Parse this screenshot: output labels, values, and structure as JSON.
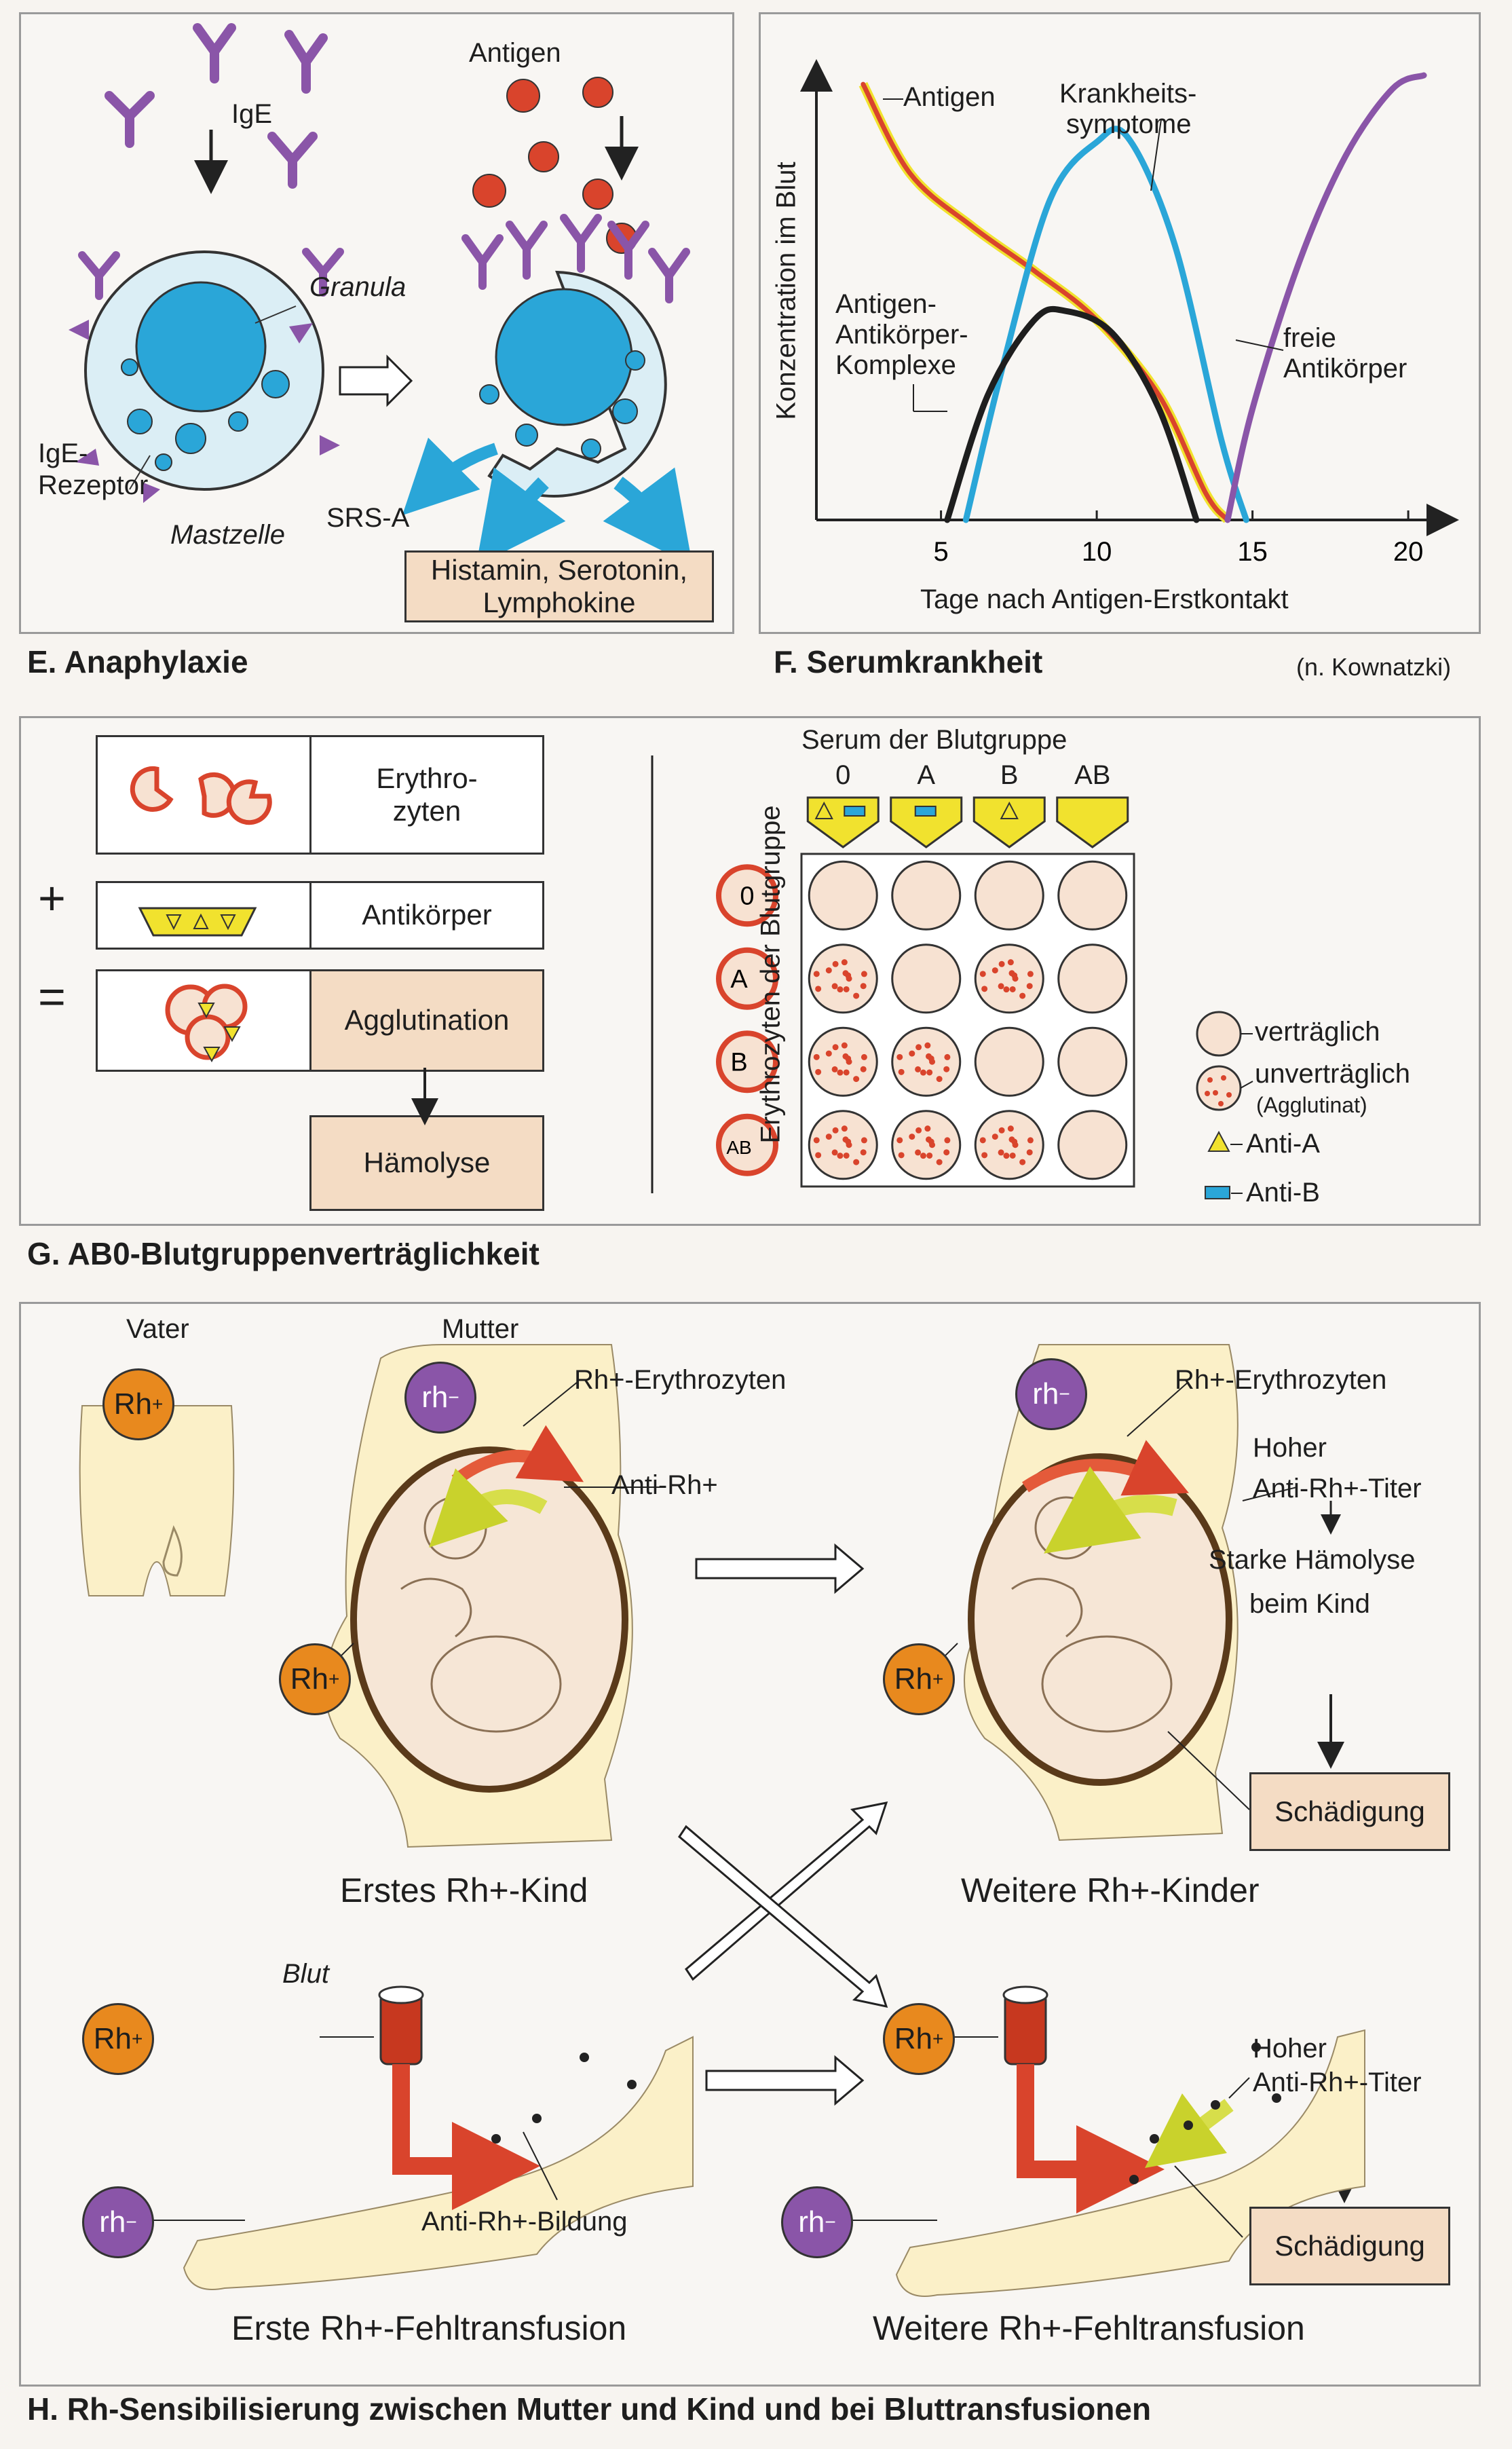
{
  "colors": {
    "blue": "#2aa6d8",
    "purple": "#8a55a8",
    "red": "#d9442c",
    "orange": "#e8891e",
    "yellow": "#f1e22e",
    "skin": "#fbf0c8",
    "tan": "#f4dcc4",
    "pink": "#f7e2d2"
  },
  "E": {
    "heading": "E. Anaphylaxie",
    "ige": "IgE",
    "antigen": "Antigen",
    "granula": "Granula",
    "rezeptor_1": "IgE-",
    "rezeptor_2": "Rezeptor",
    "mastzelle": "Mastzelle",
    "srs": "SRS-A",
    "box_1": "Histamin, Serotonin,",
    "box_2": "Lymphokine"
  },
  "F": {
    "heading": "F. Serumkrankheit",
    "credit": "(n. Kownatzki)",
    "ylabel": "Konzentration im Blut",
    "xlabel": "Tage nach Antigen-Erstkontakt",
    "lbl_antigen": "Antigen",
    "lbl_symptome_1": "Krankheits-",
    "lbl_symptome_2": "symptome",
    "lbl_komplexe_1": "Antigen-",
    "lbl_komplexe_2": "Antikörper-",
    "lbl_komplexe_3": "Komplexe",
    "lbl_frei_1": "freie",
    "lbl_frei_2": "Antikörper",
    "xticks": [
      "5",
      "10",
      "15",
      "20"
    ]
  },
  "chart_data": {
    "type": "line",
    "xlabel": "Tage nach Antigen-Erstkontakt",
    "ylabel": "Konzentration im Blut",
    "xlim": [
      1,
      21
    ],
    "ylim": [
      0,
      1
    ],
    "xticks": [
      5,
      10,
      15,
      20
    ],
    "series": [
      {
        "name": "Antigen",
        "color": "#d9442c",
        "x": [
          2.5,
          4,
          6,
          8,
          10,
          12,
          13.5,
          14.2
        ],
        "y": [
          0.98,
          0.78,
          0.66,
          0.56,
          0.45,
          0.28,
          0.06,
          0.0
        ]
      },
      {
        "name": "Krankheitssymptome",
        "color": "#2aa6d8",
        "x": [
          5.8,
          7,
          8.5,
          10,
          11,
          12.5,
          14,
          14.8
        ],
        "y": [
          0.0,
          0.35,
          0.72,
          0.85,
          0.86,
          0.62,
          0.18,
          0.0
        ]
      },
      {
        "name": "Antigen-Antikörper-Komplexe",
        "color": "#1e1e1e",
        "x": [
          5.2,
          6.5,
          8,
          9,
          10.5,
          12,
          13.2
        ],
        "y": [
          0.0,
          0.28,
          0.45,
          0.47,
          0.42,
          0.25,
          0.0
        ]
      },
      {
        "name": "freie Antikörper",
        "color": "#8a55a8",
        "x": [
          14.2,
          15,
          16.5,
          18,
          19.5,
          20.5
        ],
        "y": [
          0.0,
          0.25,
          0.58,
          0.82,
          0.97,
          1.0
        ]
      }
    ]
  },
  "G": {
    "heading": "G. AB0-Blutgruppenverträglichkeit",
    "ery": "Erythro-",
    "ery2": "zyten",
    "antikoerper": "Antikörper",
    "agglutination": "Agglutination",
    "haemolyse": "Hämolyse",
    "plus": "+",
    "equals": "=",
    "serum_title": "Serum der Blutgruppe",
    "columns": [
      "0",
      "A",
      "B",
      "AB"
    ],
    "rows": [
      "0",
      "A",
      "B",
      "AB"
    ],
    "row_axis": "Erythrozyten der Blutgruppe",
    "grid": [
      [
        0,
        0,
        0,
        0
      ],
      [
        1,
        0,
        1,
        0
      ],
      [
        1,
        1,
        0,
        0
      ],
      [
        1,
        1,
        1,
        0
      ]
    ],
    "legend": {
      "vertraeglich": "verträglich",
      "unvertraeglich": "unverträglich",
      "agglutinat": "(Agglutinat)",
      "anti_a": "Anti-A",
      "anti_b": "Anti-B"
    }
  },
  "H": {
    "heading": "H. Rh-Sensibilisierung zwischen Mutter und Kind und bei Bluttransfusionen",
    "vater": "Vater",
    "mutter": "Mutter",
    "rh_pos": "Rh",
    "rh_neg": "rh",
    "plus": "+",
    "minus": "−",
    "rh_ery_1": "Rh+-Erythrozyten",
    "anti_rh": "Anti-Rh+",
    "rh_ery_2": "Rh+-Erythrozyten",
    "hoher": "Hoher",
    "titer": "Anti-Rh+-Titer",
    "starke": "Starke Hämolyse",
    "beim": "beim Kind",
    "schaedigung": "Schädigung",
    "erstes": "Erstes Rh+-Kind",
    "weitere_kinder": "Weitere Rh+-Kinder",
    "blut": "Blut",
    "bildung": "Anti-Rh+-Bildung",
    "hoher_2": "Hoher",
    "titer_2": "Anti-Rh+-Titer",
    "schaedigung_2": "Schädigung",
    "erste_transfusion": "Erste Rh+-Fehltransfusion",
    "weitere_transfusion": "Weitere Rh+-Fehltransfusion"
  }
}
